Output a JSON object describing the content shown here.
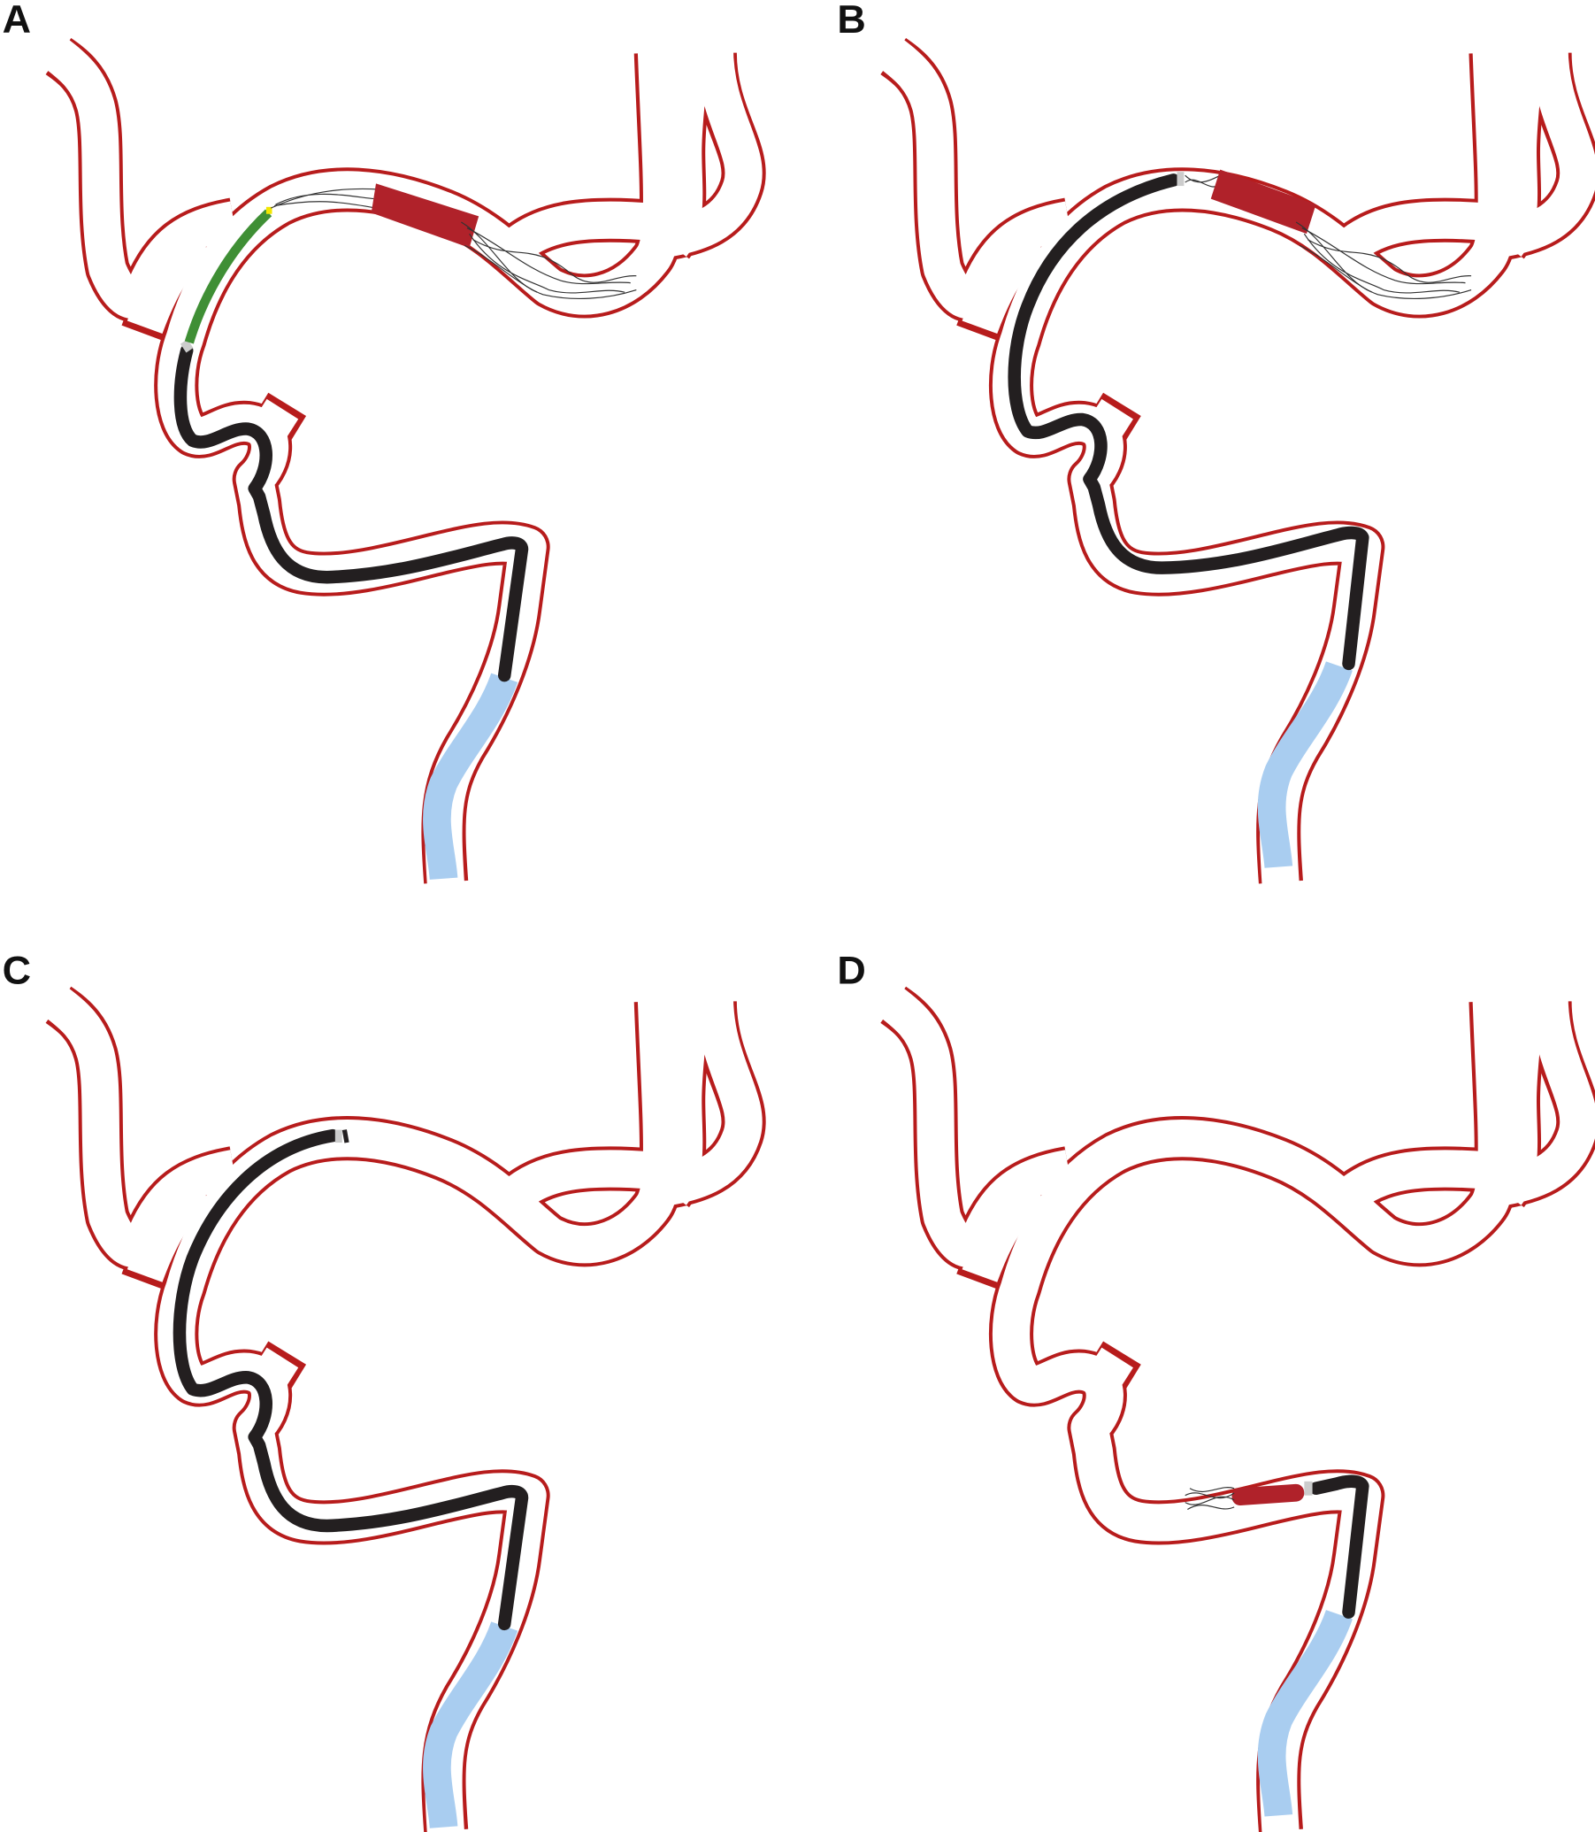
{
  "panels": [
    {
      "label": "A",
      "state": "stent retriever deployed, microcatheter in place"
    },
    {
      "label": "B",
      "state": "stent retriever withdrawn into aspiration catheter"
    },
    {
      "label": "C",
      "state": "aspiration catheter at occlusion site"
    },
    {
      "label": "D",
      "state": "stent retriever and thrombus withdrawn to proximal vessel"
    }
  ],
  "colors": {
    "vessel": "#b71c1c",
    "catheter": "#231f20",
    "guide_catheter": "#a9cdf0",
    "microcatheter": "#3f8f35",
    "thrombus": "#b0222a"
  }
}
